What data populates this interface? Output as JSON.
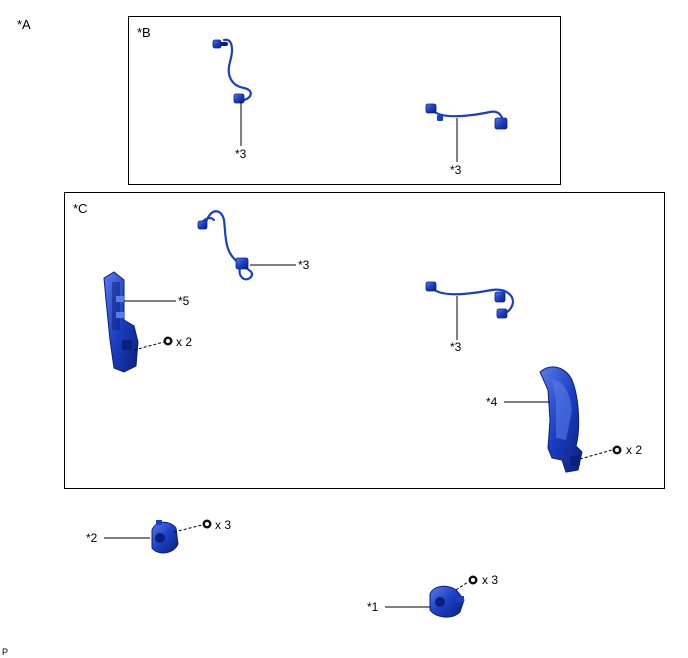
{
  "panels": {
    "a": "*A",
    "b": "*B",
    "c": "*C"
  },
  "callouts": {
    "part1": "*1",
    "part2": "*2",
    "part3": "*3",
    "part4": "*4",
    "part5": "*5"
  },
  "quantities": {
    "x2": "x 2",
    "x3": "x 3"
  },
  "footer": "P",
  "colors": {
    "part_fill": "#1a3fc4",
    "part_dark": "#0c1f7a",
    "part_light": "#5a7be8",
    "line": "#000000"
  }
}
